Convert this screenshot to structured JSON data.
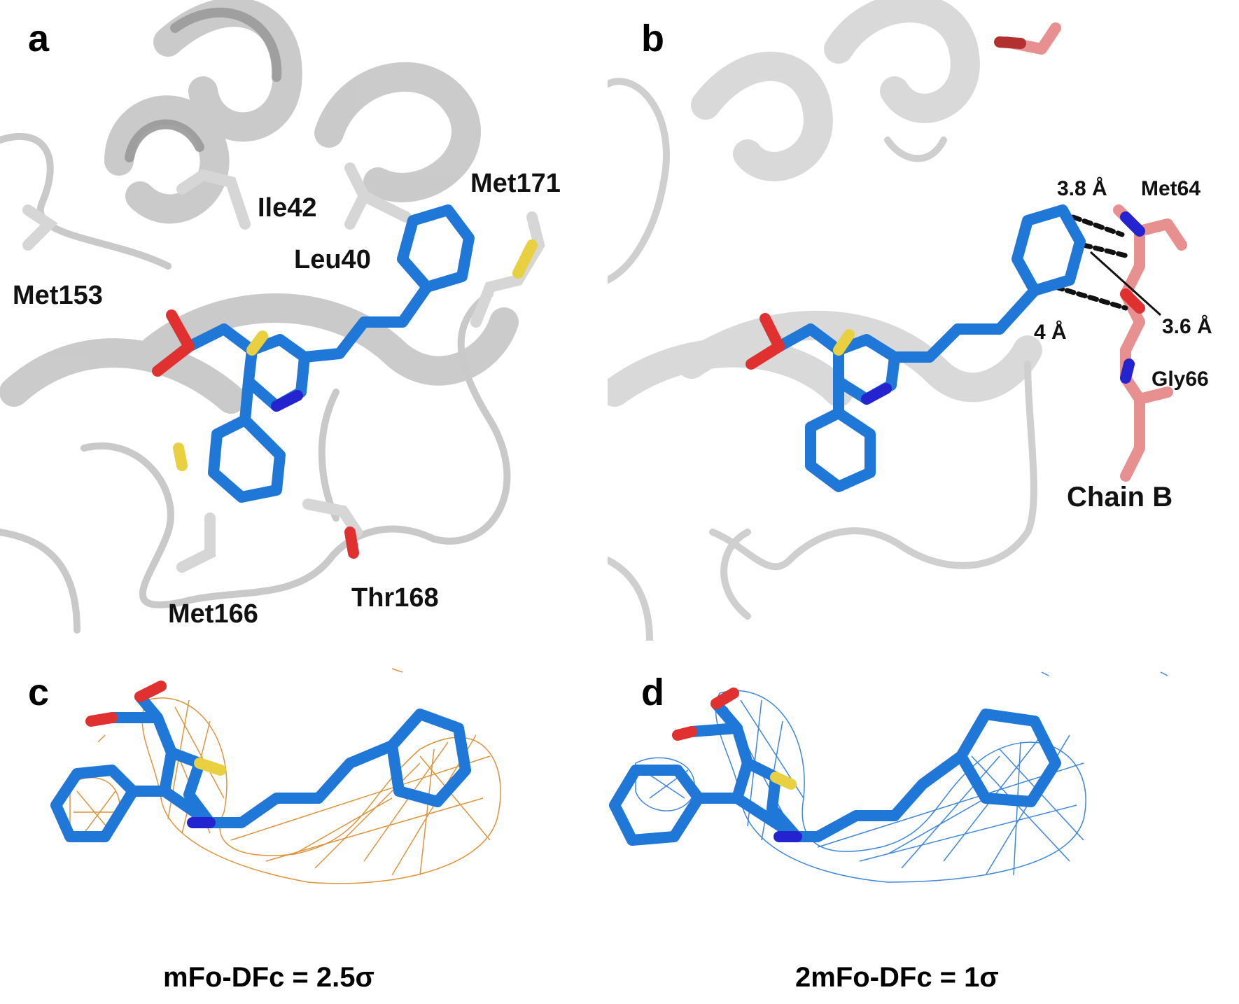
{
  "panels": {
    "a": {
      "label": "a",
      "residues": [
        "Ile42",
        "Met171",
        "Leu40",
        "Met153",
        "Met166",
        "Thr168"
      ]
    },
    "b": {
      "label": "b",
      "residues": [
        "Met64",
        "Gly66",
        "Chain B"
      ],
      "distances": [
        "3.8 Å",
        "3.6 Å",
        "4 Å"
      ]
    },
    "c": {
      "label": "c",
      "caption": "mFo-DFc = 2.5σ"
    },
    "d": {
      "label": "d",
      "caption": "2mFo-DFc = 1σ"
    }
  },
  "colors": {
    "ligand_carbon": "#1f78d8",
    "nitrogen": "#2323d0",
    "oxygen": "#e03030",
    "sulfur": "#e8d040",
    "protein_ribbon": "#bdbdbd",
    "chain_b_carbon": "#e89090",
    "omit_map_mesh": "#d98a28",
    "density_mesh": "#2a7ad8"
  }
}
